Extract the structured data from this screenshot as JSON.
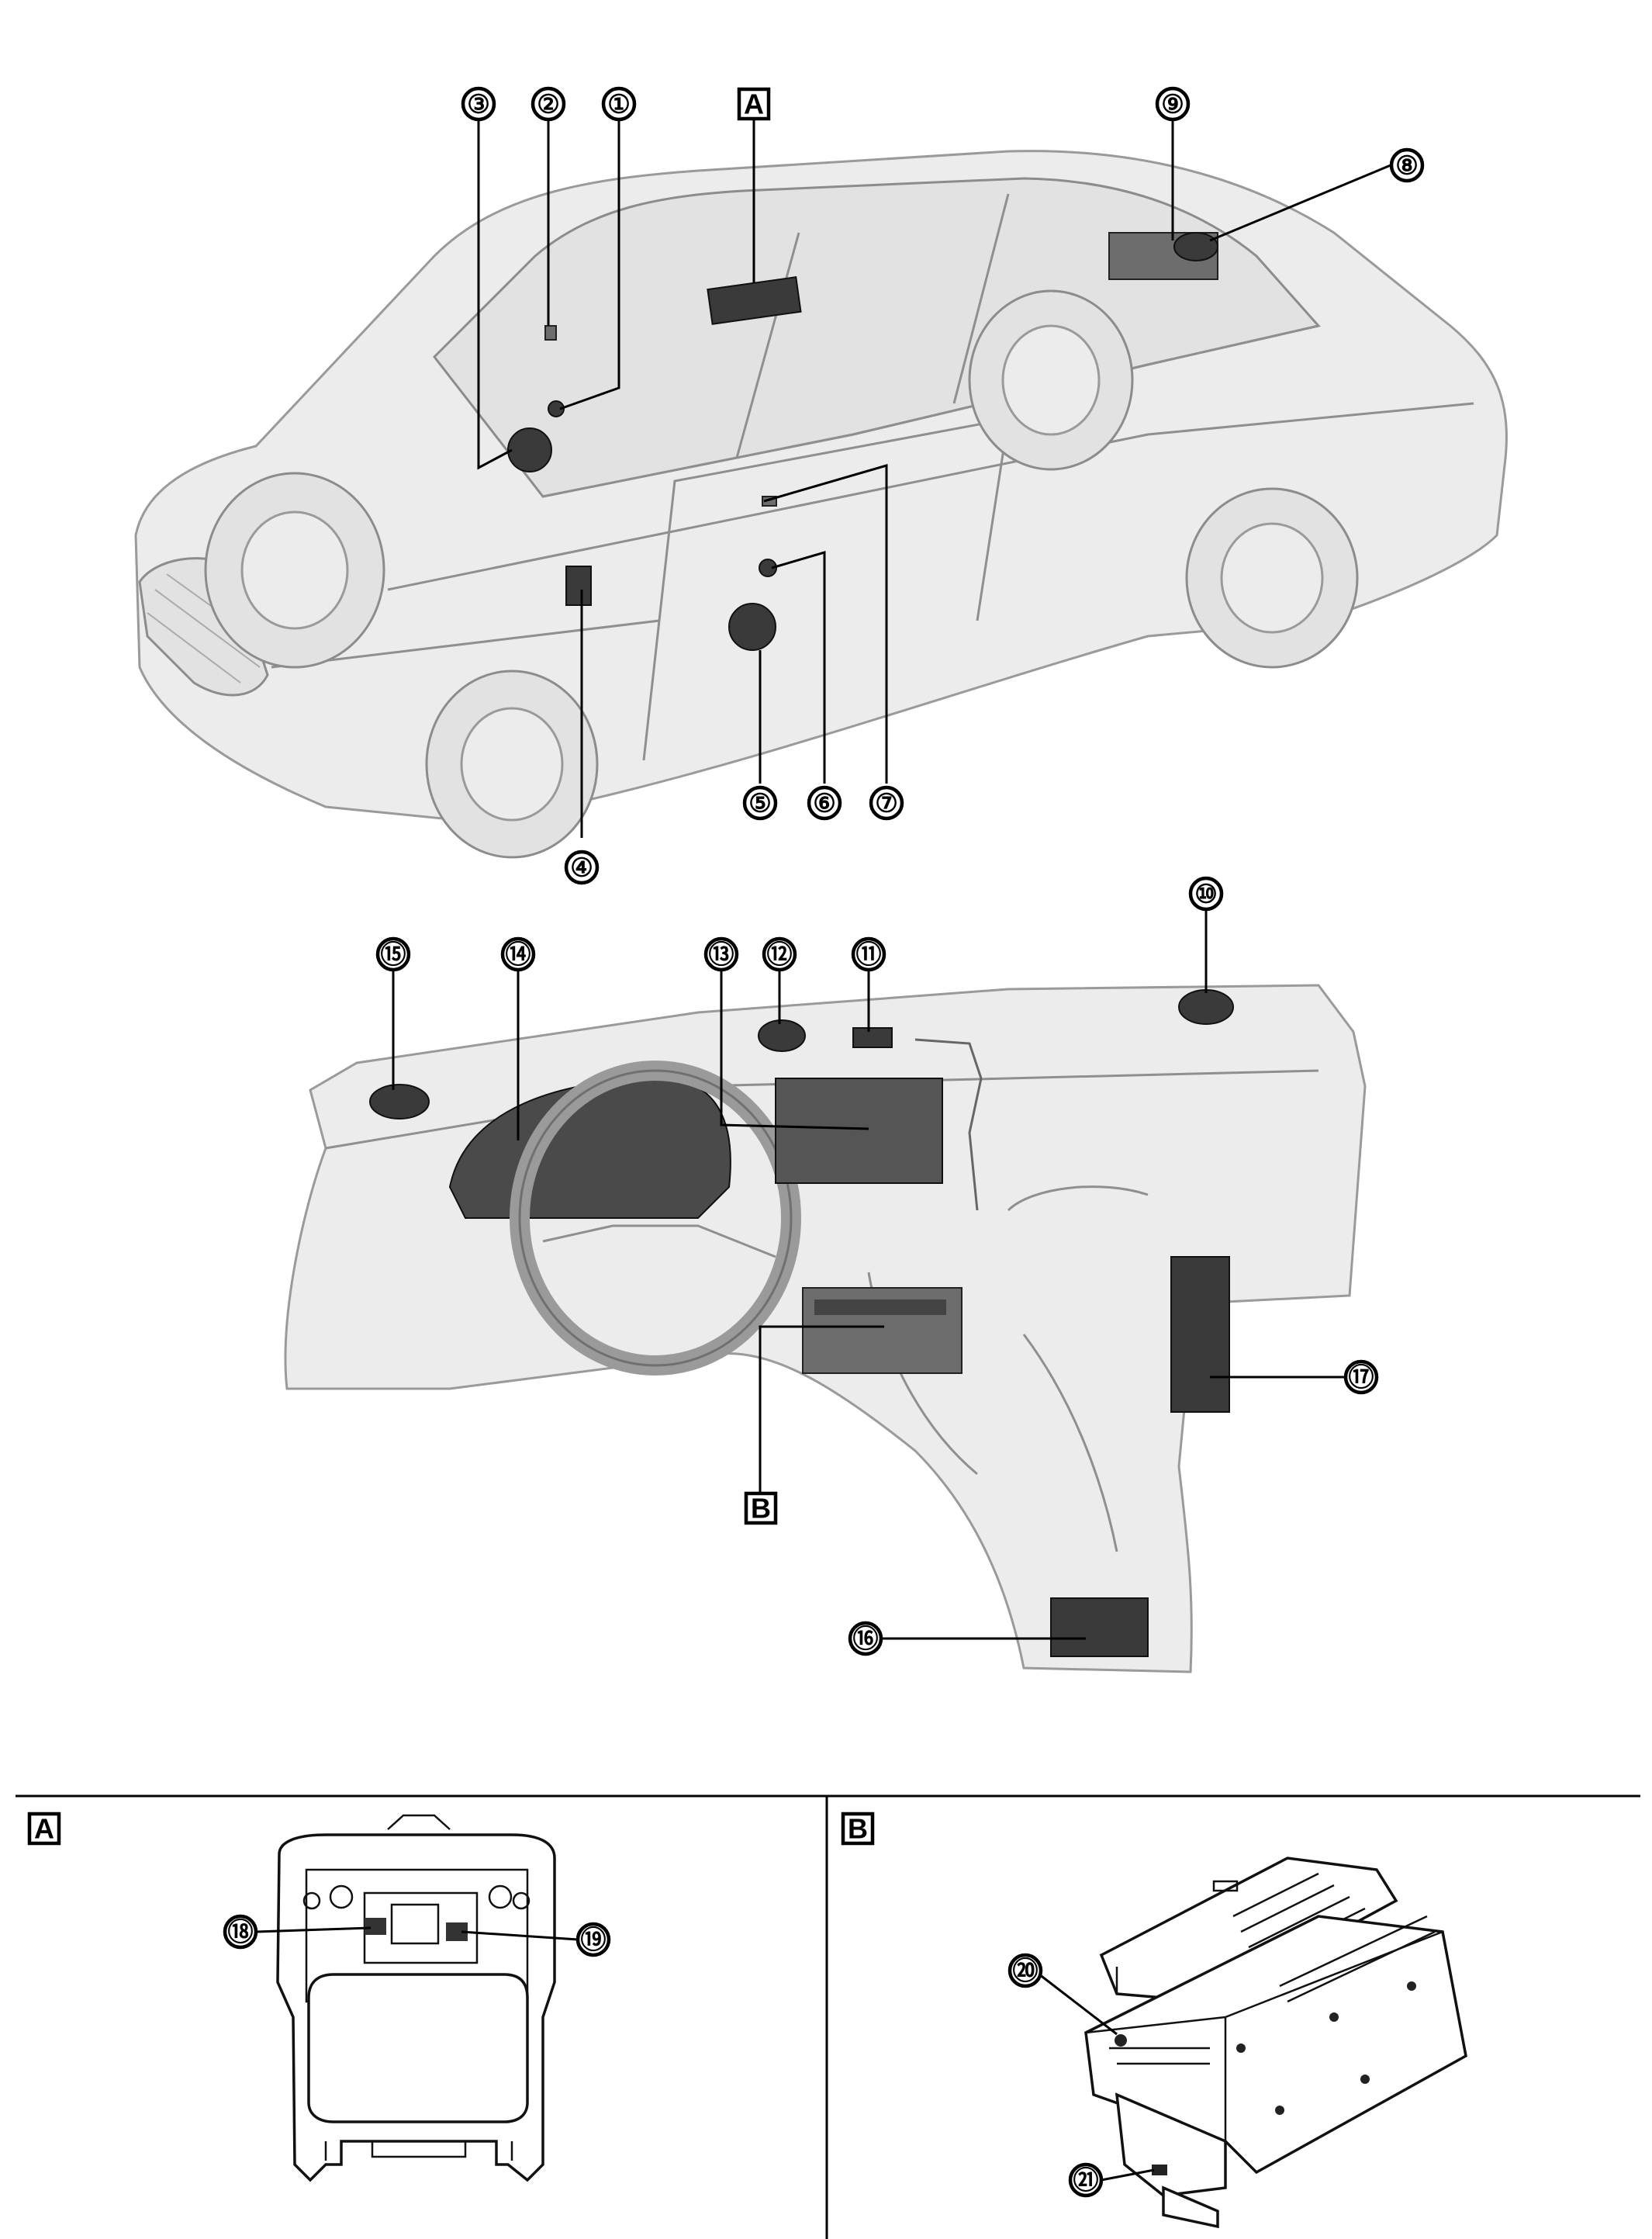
{
  "callouts": {
    "c1": "①",
    "c2": "②",
    "c3": "③",
    "c4": "④",
    "c5": "⑤",
    "c6": "⑥",
    "c7": "⑦",
    "c8": "⑧",
    "c9": "⑨",
    "c10": "⑩",
    "c11": "⑪",
    "c12": "⑫",
    "c13": "⑬",
    "c14": "⑭",
    "c15": "⑮",
    "c16": "⑯",
    "c17": "⑰",
    "c18": "⑱",
    "c19": "⑲",
    "c20": "⑳",
    "c21": "㉑"
  },
  "detail_labels": {
    "a": "A",
    "b": "B"
  },
  "colors": {
    "ghost_fill": "#ececec",
    "component_dark": "#3a3a3a",
    "line": "#000000"
  }
}
